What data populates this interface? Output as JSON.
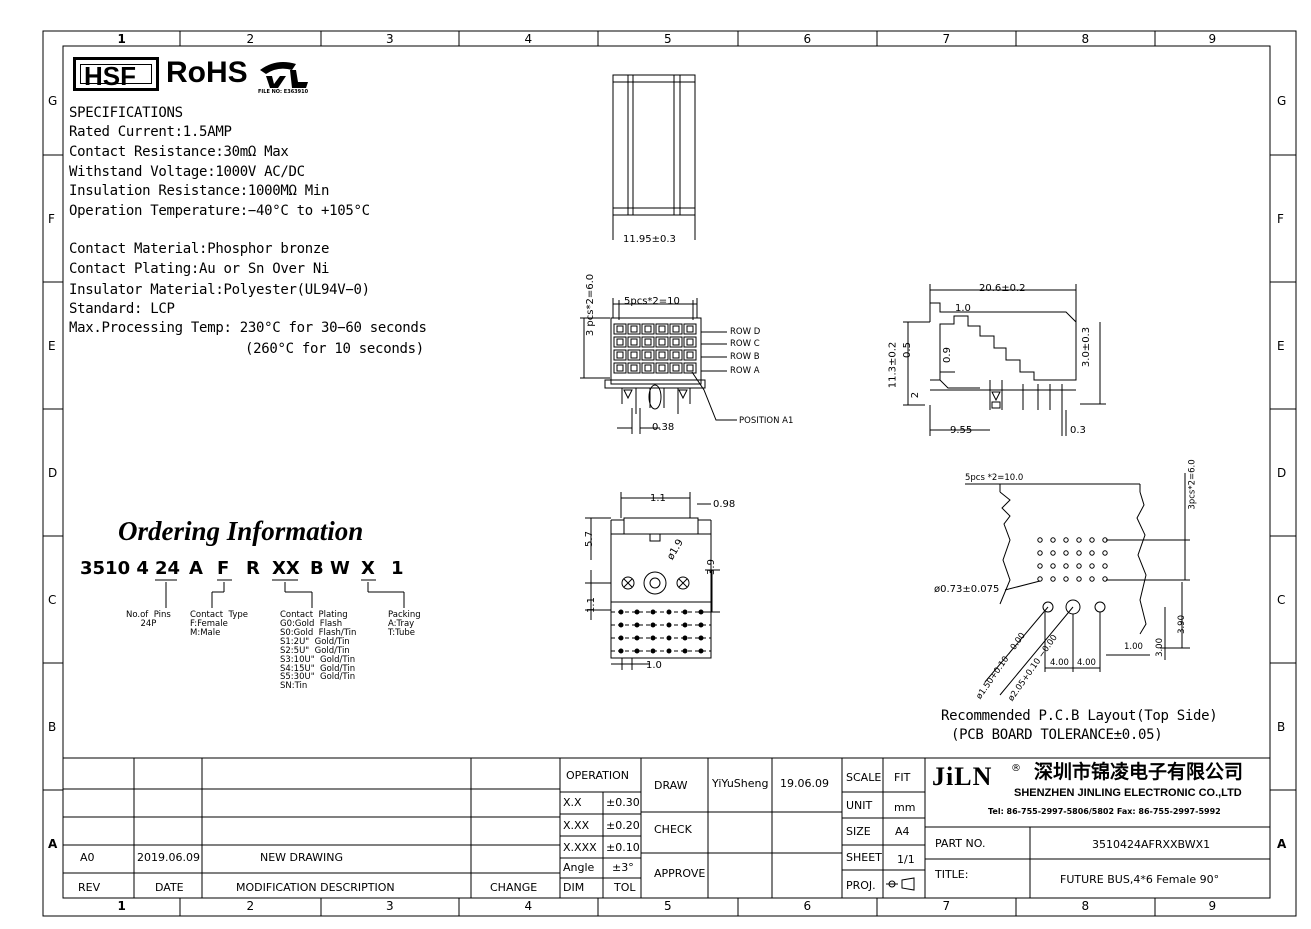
{
  "border": {
    "columns": [
      "1",
      "2",
      "3",
      "4",
      "5",
      "6",
      "7",
      "8",
      "9"
    ],
    "rows": [
      "G",
      "F",
      "E",
      "D",
      "C",
      "B",
      "A"
    ]
  },
  "logos": {
    "hsf": "HSF",
    "rohs": "RoHS",
    "ul_file": "FILE NO: E363910"
  },
  "specs": [
    "SPECIFICATIONS",
    "Rated  Current:1.5AMP",
    "Contact  Resistance:30mΩ  Max",
    "Withstand  Voltage:1000V  AC/DC",
    "Insulation  Resistance:1000MΩ  Min",
    "Operation  Temperature:−40°C  to  +105°C",
    "Contact  Material:Phosphor  bronze",
    "Contact  Plating:Au  or  Sn  Over  Ni",
    "Insulator  Material:Polyester(UL94V−0)",
    "Standard:       LCP",
    "Max.Processing  Temp:  230°C  for  30−60  seconds",
    "(260°C  for  10  seconds)"
  ],
  "ordering": {
    "title": "Ordering Information",
    "code": [
      "3510 4",
      "24",
      "A",
      "F",
      "R",
      "XX",
      "B W",
      "X",
      "1"
    ],
    "pins": "No.of  Pins\n24P",
    "contact_type": "Contact  Type\nF:Female\nM:Male",
    "plating": "Contact  Plating\nG0:Gold  Flash\nS0:Gold  Flash/Tin\nS1:2U\"  Gold/Tin\nS2:5U\"  Gold/Tin\nS3:10U\"  Gold/Tin\nS4:15U\"  Gold/Tin\nS5:30U\"  Gold/Tin\nSN:Tin",
    "packing": "Packing\nA:Tray\nT:Tube"
  },
  "dims": {
    "top_width": "11.95±0.3",
    "pitch_h": "5pcs*2=10",
    "pitch_v": "3 pcs*2=6.0",
    "rows": [
      "ROW D",
      "ROW C",
      "ROW B",
      "ROW A"
    ],
    "position": "POSITION A1",
    "pin": "0.38",
    "side_len": "20.6±0.2",
    "side_1": "1.0",
    "side_h": "11.3±0.2",
    "side_05": "0.5",
    "side_09": "0.9",
    "side_2": "2",
    "side_30": "3.0±0.3",
    "side_955": "9.55",
    "side_03": "0.3",
    "bot_11": "1.1",
    "bot_098": "0.98",
    "bot_57": "5.7",
    "bot_19": "ø1.9",
    "bot_39": "3.9",
    "bot_11v": "1.1",
    "bot_10": "1.0",
    "pcb_pitch_h": "5pcs  *2=10.0",
    "pcb_pitch_v": "3pcs*2=6.0",
    "pcb_hole": "ø0.73±0.075",
    "pcb_150": "ø1.50+0.10 −0.00",
    "pcb_205": "ø2.05+0.10 −0.00",
    "pcb_400a": "4.00",
    "pcb_400b": "4.00",
    "pcb_100": "1.00",
    "pcb_300": "3.00",
    "pcb_390": "3.90",
    "pcb_caption1": "Recommended  P.C.B  Layout(Top  Side)",
    "pcb_caption2": "(PCB  BOARD  TOLERANCE±0.05)"
  },
  "title_block": {
    "rev_row": {
      "rev": "A0",
      "date": "2019.06.09",
      "desc": "NEW  DRAWING"
    },
    "rev_header": {
      "rev": "REV",
      "date": "DATE",
      "desc": "MODIFICATION  DESCRIPTION",
      "change": "CHANGE"
    },
    "tolerance": {
      "header": "OPERATION",
      "rows": [
        [
          "X.X",
          "±0.30"
        ],
        [
          "X.XX",
          "±0.20"
        ],
        [
          "X.XXX",
          "±0.10"
        ],
        [
          "Angle",
          "±3°"
        ],
        [
          "DIM",
          "TOL"
        ]
      ]
    },
    "approvals": [
      {
        "label": "DRAW",
        "name": "YiYuSheng",
        "date": "19.06.09"
      },
      {
        "label": "CHECK",
        "name": "",
        "date": ""
      },
      {
        "label": "APPROVE",
        "name": "",
        "date": ""
      }
    ],
    "props": [
      [
        "SCALE",
        "FIT"
      ],
      [
        "UNIT",
        "mm"
      ],
      [
        "SIZE",
        "A4"
      ],
      [
        "SHEET",
        "1/1"
      ],
      [
        "PROJ.",
        ""
      ]
    ],
    "company_logo": "JiLN",
    "company_cn": "深圳市锦凌电子有限公司",
    "company_en": "SHENZHEN JINLING ELECTRONIC CO.,LTD",
    "company_tel": "Tel: 86-755-2997-5806/5802    Fax: 86-755-2997-5992",
    "part_no_label": "PART NO.",
    "part_no": "3510424AFRXXBWX1",
    "title_label": "TITLE:",
    "title": "FUTURE BUS,4*6 Female 90°"
  }
}
